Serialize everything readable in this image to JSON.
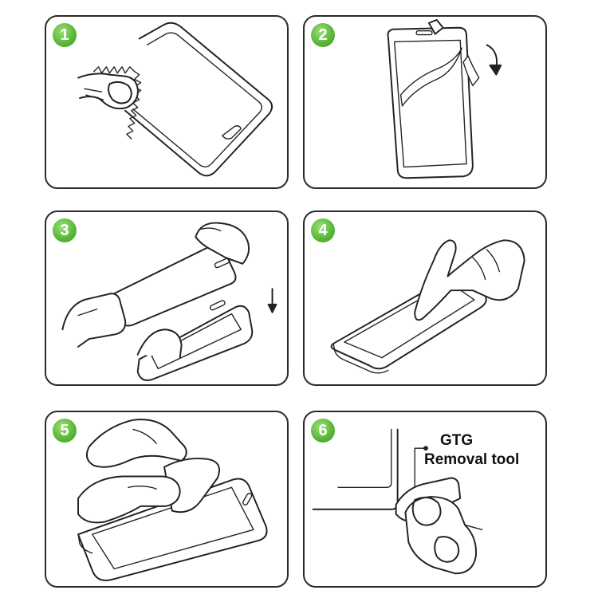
{
  "steps": [
    {
      "number": "1",
      "illustration": "wipe-screen-with-cloth"
    },
    {
      "number": "2",
      "illustration": "peel-protective-film"
    },
    {
      "number": "3",
      "illustration": "align-and-place-glass"
    },
    {
      "number": "4",
      "illustration": "press-to-adhere"
    },
    {
      "number": "5",
      "illustration": "lift-and-reposition"
    },
    {
      "number": "6",
      "illustration": "removal-tool-use"
    }
  ],
  "tool": {
    "brand": "GTG",
    "name": "Removal tool"
  },
  "colors": {
    "badge": "#5cb83a",
    "outline": "#222222",
    "panel_border": "#2b2b2b"
  }
}
